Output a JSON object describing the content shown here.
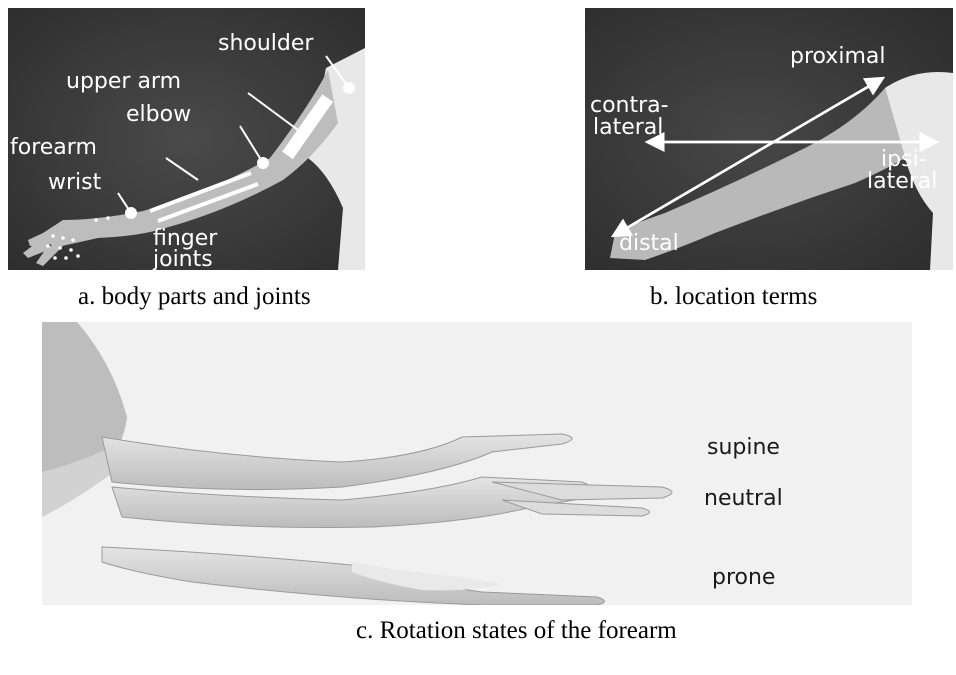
{
  "panel_a": {
    "caption": "a. body parts and joints",
    "labels": {
      "shoulder": "shoulder",
      "upper_arm": "upper arm",
      "elbow": "elbow",
      "forearm": "forearm",
      "wrist": "wrist",
      "finger_joints_line1": "finger",
      "finger_joints_line2": "joints"
    }
  },
  "panel_b": {
    "caption": "b. location terms",
    "labels": {
      "proximal": "proximal",
      "contralateral_line1": "contra-",
      "contralateral_line2": "lateral",
      "ipsilateral_line1": "ipsi-",
      "ipsilateral_line2": "lateral",
      "distal": "distal"
    }
  },
  "panel_c": {
    "caption": "c. Rotation states of the forearm",
    "labels": {
      "supine": "supine",
      "neutral": "neutral",
      "prone": "prone"
    }
  },
  "colors": {
    "photo_background_dark": "#3a3a3a",
    "photo_background_light": "#f1f1f1",
    "skin": "#d7d7d7",
    "annotation": "#ffffff"
  }
}
